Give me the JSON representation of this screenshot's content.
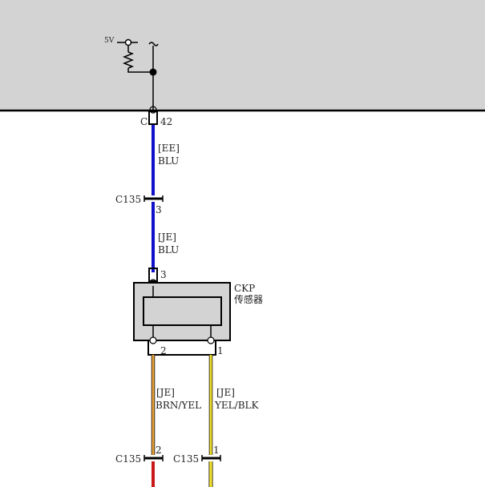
{
  "supply": {
    "label": "5V"
  },
  "connectors": {
    "c_top": {
      "prefix": "C",
      "pin": "42"
    },
    "c135_upper": {
      "name": "C135",
      "pin": "3"
    },
    "sensor_top_pin": "3",
    "sensor_pin_2": "2",
    "sensor_pin_1": "1",
    "c135_lower_left": {
      "name": "C135",
      "pin": "2"
    },
    "c135_lower_right": {
      "name": "C135",
      "pin": "1"
    }
  },
  "wires": {
    "ee_blu": {
      "harness": "[EE]",
      "color": "BLU"
    },
    "je_blu": {
      "harness": "[JE]",
      "color": "BLU"
    },
    "je_brn_yel": {
      "harness": "[JE]",
      "color": "BRN/YEL"
    },
    "je_yel_blk": {
      "harness": "[JE]",
      "color": "YEL/BLK"
    }
  },
  "sensor": {
    "name": "CKP",
    "subtitle": "传感器"
  },
  "colors": {
    "module_fill": "#d3d3d3",
    "blue_wire": "#1010c8",
    "brown_yellow_wire": "#e8a23a",
    "yellow_wire": "#f0e030",
    "red_wire": "#c81818",
    "line": "#000000"
  }
}
